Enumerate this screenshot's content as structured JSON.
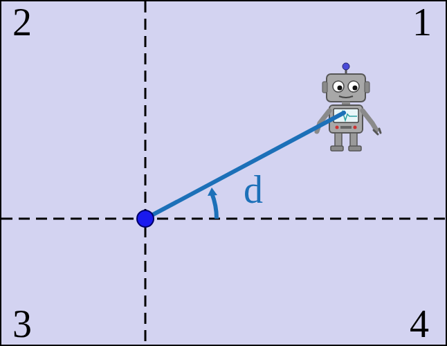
{
  "diagram": {
    "labels": [
      "2",
      "1",
      "d",
      "3",
      "4"
    ]
  }
}
